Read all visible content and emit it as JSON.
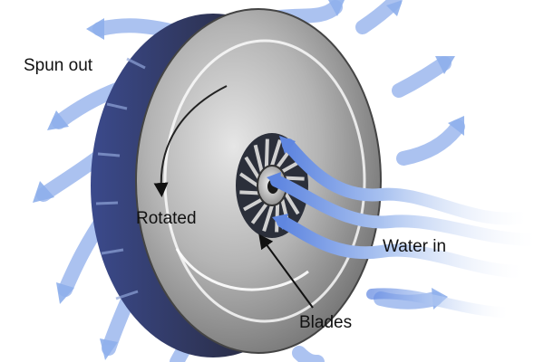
{
  "labels": {
    "spun_out": "Spun out",
    "rotated": "Rotated",
    "water_in": "Water in",
    "blades": "Blades"
  },
  "colors": {
    "flow_blue": "#8fb0ec",
    "flow_light": "#dce7fb",
    "impeller_silver": "#a9a9a9",
    "impeller_dark": "#3a3d4a",
    "blade_blue": "#3a4a9a"
  }
}
